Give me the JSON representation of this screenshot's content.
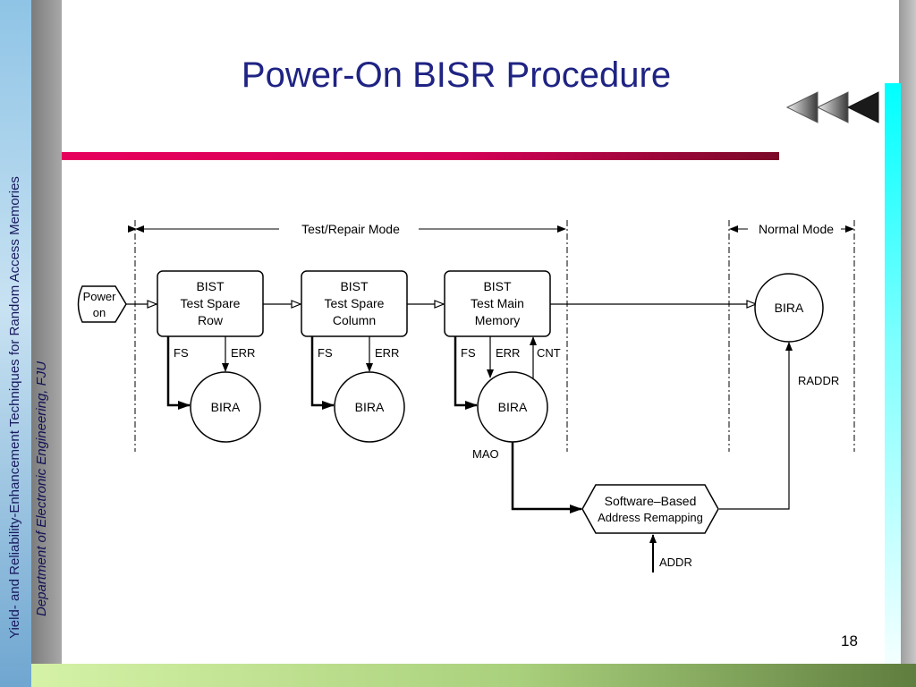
{
  "slide": {
    "title": "Power-On BISR Procedure",
    "side_course": "Yield- and Reliability-Enhancement Techniques for Random Access Memories",
    "side_department": "Department of Electronic Engineering, FJU",
    "page_number": "18"
  },
  "diagram": {
    "mode_test_repair": "Test/Repair Mode",
    "mode_normal": "Normal Mode",
    "power_on": [
      "Power",
      "on"
    ],
    "bist_spare_row": [
      "BIST",
      "Test Spare",
      "Row"
    ],
    "bist_spare_column": [
      "BIST",
      "Test Spare",
      "Column"
    ],
    "bist_main_memory": [
      "BIST",
      "Test Main",
      "Memory"
    ],
    "bira_label": "BIRA",
    "fs_label": "FS",
    "err_label": "ERR",
    "cnt_label": "CNT",
    "mao_label": "MAO",
    "raddr_label": "RADDR",
    "addr_label": "ADDR",
    "remap": [
      "Software–Based",
      "Address Remapping"
    ]
  },
  "icons": [
    "nav-back-arrows-icon"
  ],
  "colors": {
    "title": "#1f2383",
    "rule": "#e6005c",
    "side_text": "#1a1a60"
  }
}
